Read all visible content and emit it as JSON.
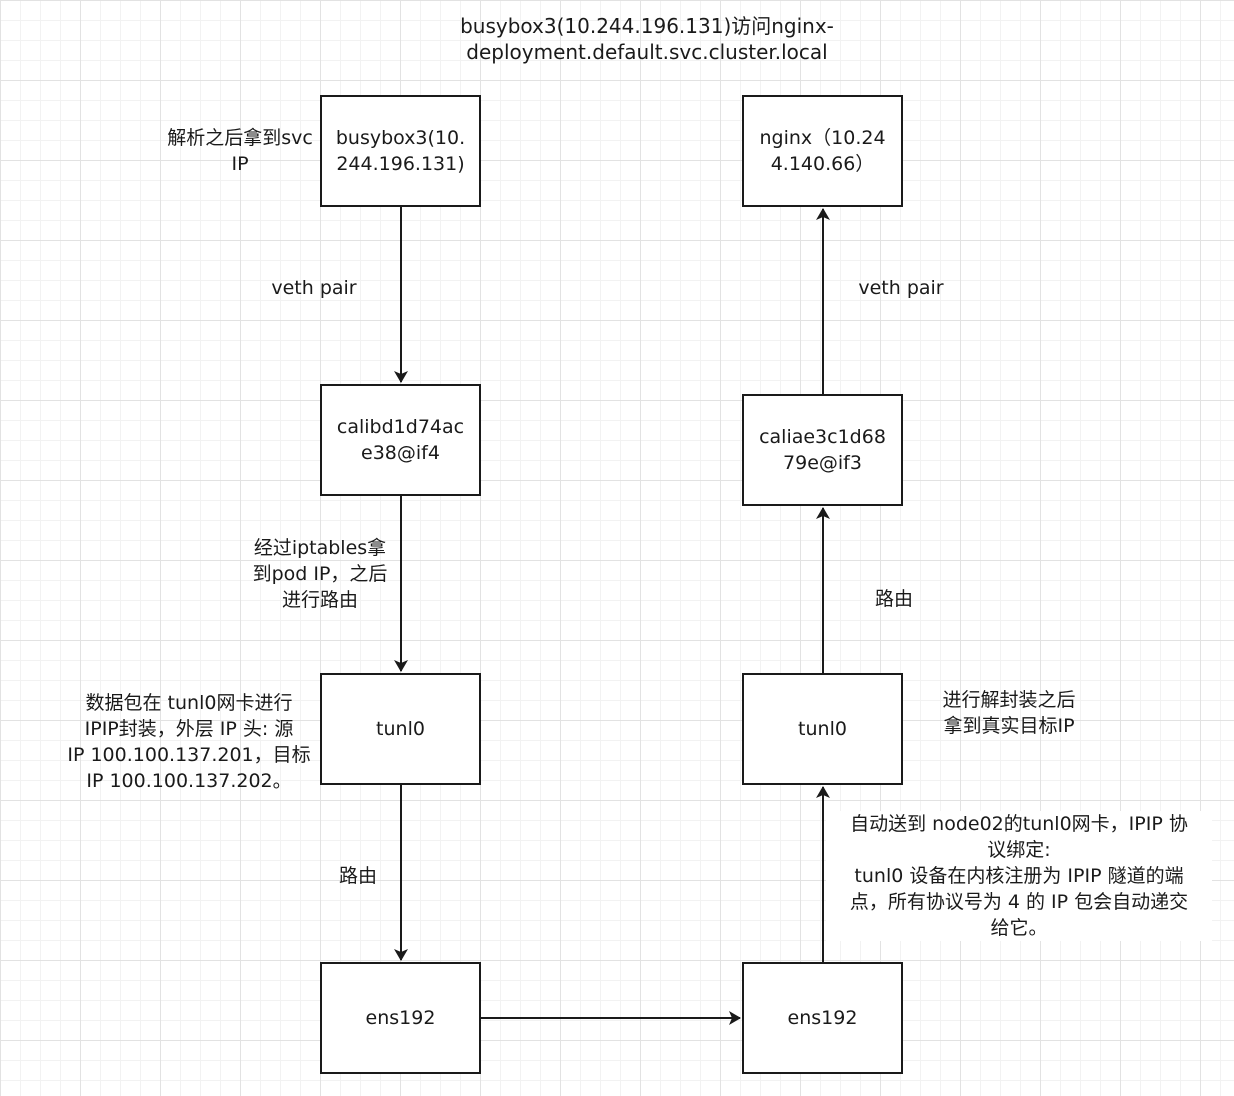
{
  "title": "busybox3(10.244.196.131)访问nginx-\ndeployment.default.svc.cluster.local",
  "nodes": {
    "busybox": "busybox3(10.244.196.131)",
    "calibd": "calibd1d74ace38@if4",
    "tunl0_left": "tunl0",
    "ens_left": "ens192",
    "nginx": "nginx（10.244.140.66）",
    "caliae": "caliae3c1d6879e@if3",
    "tunl0_right": "tunl0",
    "ens_right": "ens192"
  },
  "labels": {
    "resolve": "解析之后拿到svc\nIP",
    "veth_left": "veth pair",
    "iptables": "经过iptables拿\n到pod IP，之后\n进行路由",
    "encap": "数据包在 tunl0网卡进行\nIPIP封装，外层 IP 头: 源\nIP 100.100.137.201，目标\nIP 100.100.137.202。",
    "route_left": "路由",
    "veth_right": "veth pair",
    "route_right": "路由",
    "decap": "进行解封装之后\n拿到真实目标IP",
    "auto_deliver": "自动送到 node02的tunl0网卡，IPIP 协\n议绑定:\ntunl0 设备在内核注册为 IPIP 隧道的端\n点，所有协议号为 4 的 IP 包会自动递交\n给它。"
  }
}
